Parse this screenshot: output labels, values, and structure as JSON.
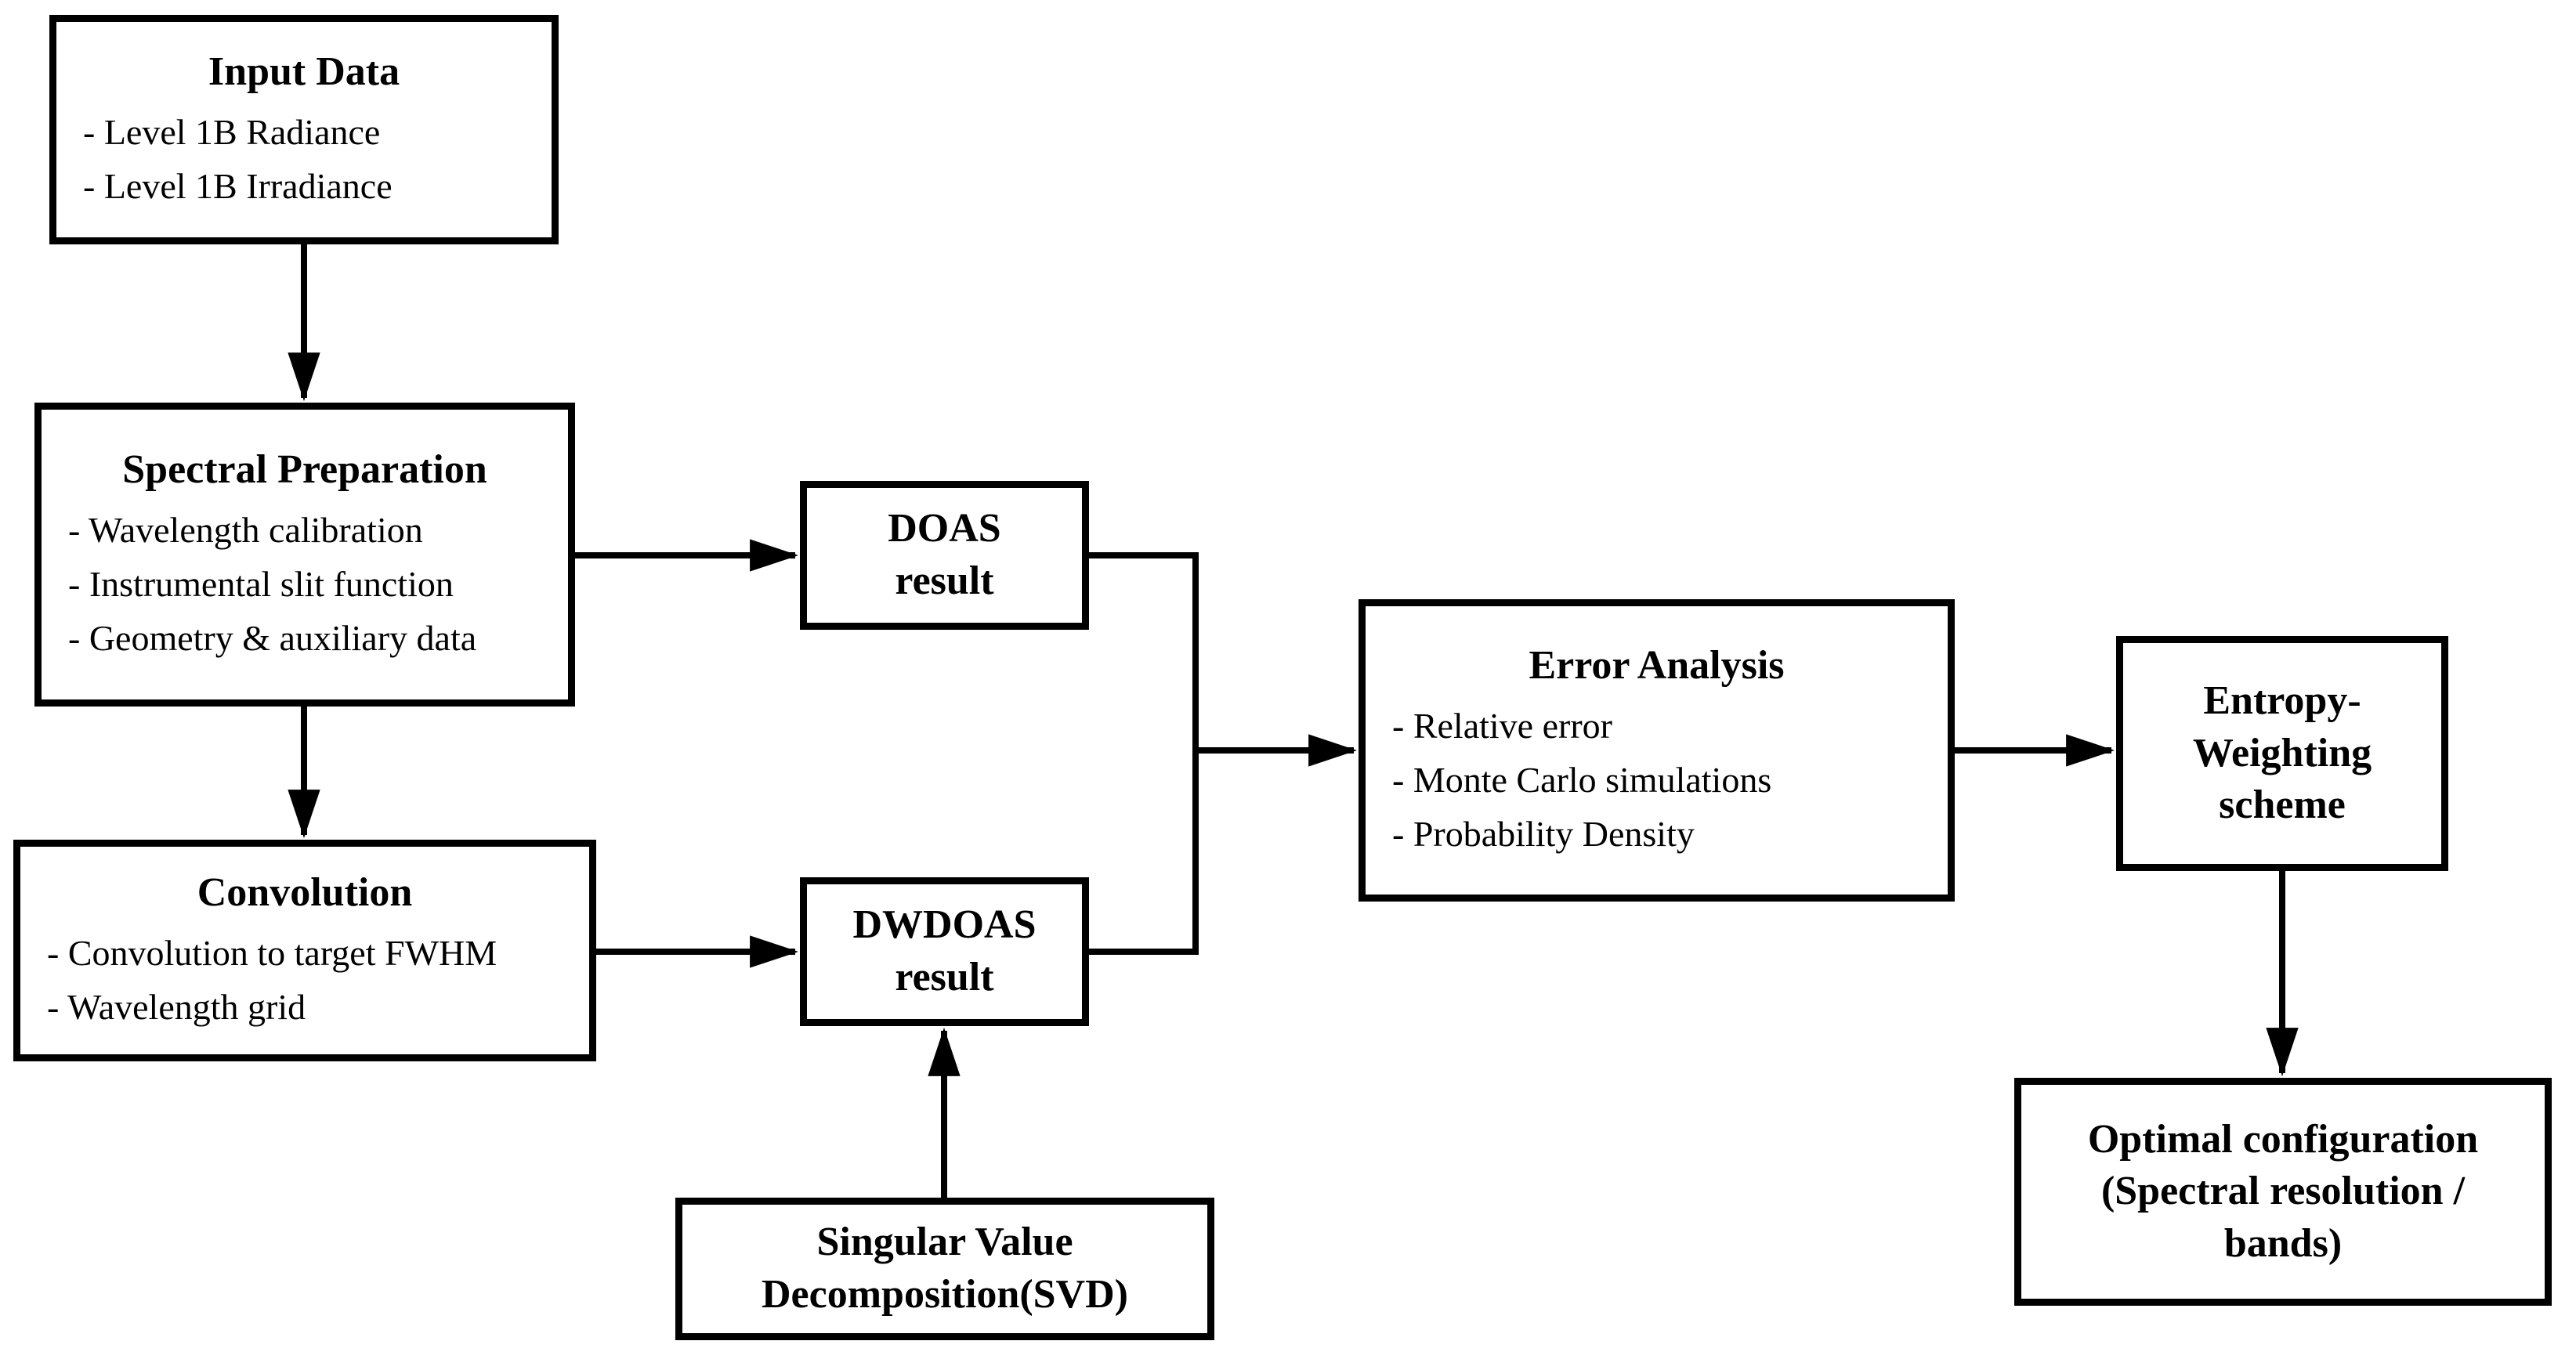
{
  "diagram": {
    "background_color": "#ffffff",
    "line_color": "#000000",
    "boxes": [
      {
        "id": "input-data",
        "title": "Input Data",
        "items": [
          "- Level 1B Radiance",
          "- Level 1B Irradiance"
        ]
      },
      {
        "id": "spectral-preparation",
        "title": "Spectral Preparation",
        "items": [
          "- Wavelength calibration",
          "- Instrumental slit function",
          "- Geometry & auxiliary data"
        ]
      },
      {
        "id": "convolution",
        "title": "Convolution",
        "items": [
          "- Convolution to target FWHM",
          "- Wavelength grid"
        ]
      },
      {
        "id": "doas-result",
        "title": "DOAS\nresult",
        "items": []
      },
      {
        "id": "dwdoas-result",
        "title": "DWDOAS\nresult",
        "items": []
      },
      {
        "id": "svd",
        "title": "Singular Value\nDecomposition(SVD)",
        "items": []
      },
      {
        "id": "error-analysis",
        "title": "Error Analysis",
        "items": [
          "- Relative error",
          "- Monte Carlo simulations",
          "- Probability Density"
        ]
      },
      {
        "id": "entropy-weighting",
        "title": "Entropy-\nWeighting\nscheme",
        "items": []
      },
      {
        "id": "optimal-configuration",
        "title": "Optimal configuration\n(Spectral resolution /\nbands)",
        "items": []
      }
    ]
  }
}
